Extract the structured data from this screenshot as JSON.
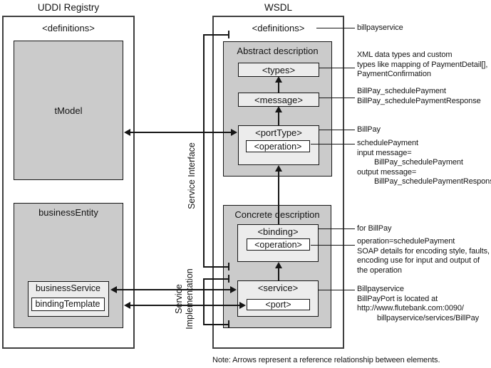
{
  "uddi": {
    "title": "UDDI Registry",
    "definitions_label": "<definitions>",
    "tmodel_label": "tModel",
    "business_entity_label": "businessEntity",
    "business_service_label": "businessService",
    "binding_template_label": "bindingTemplate"
  },
  "wsdl": {
    "title": "WSDL",
    "definitions_label": "<definitions>",
    "abstract": {
      "title": "Abstract description",
      "types_label": "<types>",
      "message_label": "<message>",
      "porttype_label": "<portType>",
      "operation_label": "<operation>"
    },
    "concrete": {
      "title": "Concrete description",
      "binding_label": "<binding>",
      "operation_label": "<operation>",
      "service_label": "<service>",
      "port_label": "<port>"
    }
  },
  "connectors": {
    "service_interface_label": "Service Interface",
    "service_implementation_label": "Service Implementation"
  },
  "annotations": [
    {
      "id": "definitions",
      "lines": [
        "billpayservice"
      ]
    },
    {
      "id": "types",
      "lines": [
        "XML data types and custom",
        "types like mapping of PaymentDetail[],",
        "PaymentConfirmation"
      ]
    },
    {
      "id": "message",
      "lines": [
        "BillPay_schedulePayment",
        "BillPay_schedulePaymentResponse"
      ]
    },
    {
      "id": "porttype",
      "lines": [
        "BillPay"
      ]
    },
    {
      "id": "operation-abstract",
      "lines": [
        "schedulePayment",
        "input message=",
        "BillPay_schedulePayment",
        "output message=",
        "BillPay_schedulePaymentResponse"
      ]
    },
    {
      "id": "binding",
      "lines": [
        "for BillPay"
      ]
    },
    {
      "id": "operation-concrete",
      "lines": [
        "operation=schedulePayment",
        "SOAP details for encoding style, faults,",
        "encoding use for input and output of",
        "the operation"
      ]
    },
    {
      "id": "service",
      "lines": [
        "Billpayservice",
        "BillPayPort is located at",
        "http://www.flutebank.com:0090/",
        "billpayservice/services/BillPay"
      ]
    }
  ],
  "note": "Note: Arrows represent a reference relationship between elements.",
  "colors": {
    "container_fill": "#cbcbcb",
    "element_fill": "#ececec",
    "line_color": "#161616",
    "outer_border": "#3f3f3f"
  }
}
